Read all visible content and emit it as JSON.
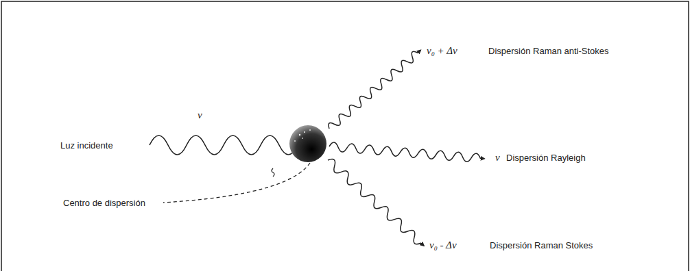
{
  "diagram": {
    "labels": [
      "ν",
      "Luz incidente",
      "Centro de dispersión",
      "ν₀ + Δν",
      "Dispersión Raman anti-Stokes",
      "ν",
      "Dispersión Rayleigh",
      "ν₀ - Δν",
      "Dispersión Raman Stokes"
    ]
  }
}
